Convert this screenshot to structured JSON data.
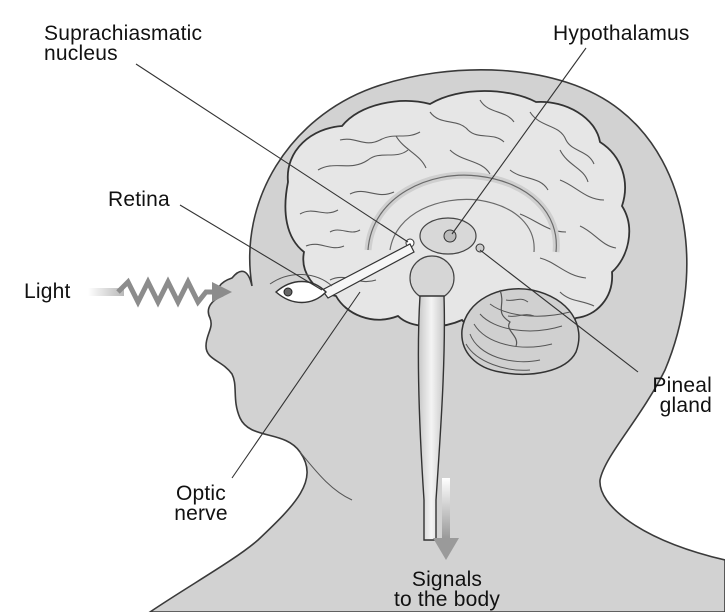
{
  "labels": {
    "scn": {
      "line1": "Suprachiasmatic",
      "line2": "nucleus"
    },
    "hypothalamus": "Hypothalamus",
    "retina": "Retina",
    "light": "Light",
    "pineal": {
      "line1": "Pineal",
      "line2": "gland"
    },
    "optic": {
      "line1": "Optic",
      "line2": "nerve"
    },
    "signals": {
      "line1": "Signals",
      "line2": "to the body"
    }
  },
  "colors": {
    "background": "#ffffff",
    "silhouette": "#d2d2d2",
    "brain": "#e6e6e6",
    "outline": "#333333",
    "arrow": "#9a9a9a"
  }
}
